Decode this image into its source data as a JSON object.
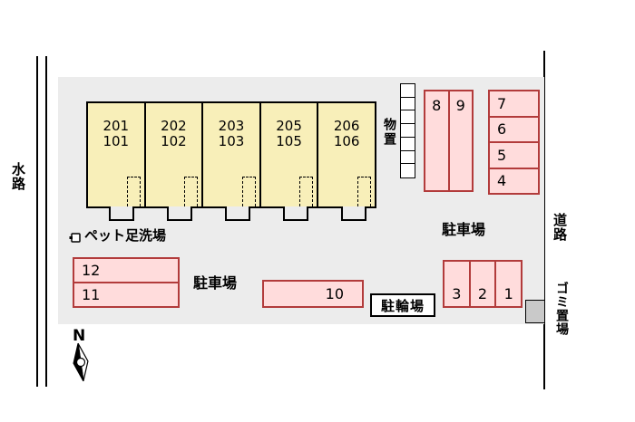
{
  "labels": {
    "waterway": "水路",
    "road": "道路",
    "garbage": "ゴミ置場",
    "storage": "物置",
    "pet_wash": "ペット足洗場",
    "parking_upper": "駐車場",
    "parking_lower": "駐車場",
    "bicycle": "駐輪場",
    "north": "N"
  },
  "building": {
    "units": [
      {
        "upper": "201",
        "lower": "101"
      },
      {
        "upper": "202",
        "lower": "102"
      },
      {
        "upper": "203",
        "lower": "103"
      },
      {
        "upper": "205",
        "lower": "105"
      },
      {
        "upper": "206",
        "lower": "106"
      }
    ]
  },
  "parking": {
    "pair_top": [
      "8",
      "9"
    ],
    "column_right": [
      "7",
      "6",
      "5",
      "4"
    ],
    "rows_left": [
      "12",
      "11"
    ],
    "single_middle": "10",
    "row_bottom": [
      "3",
      "2",
      "1"
    ]
  },
  "colors": {
    "site_fill": "#ececec",
    "unit_fill": "#f8efb9",
    "stall_fill": "#ffdcdc",
    "stall_border": "#b23b3b",
    "garbage_fill": "#c9c9c9",
    "line": "#000000"
  }
}
